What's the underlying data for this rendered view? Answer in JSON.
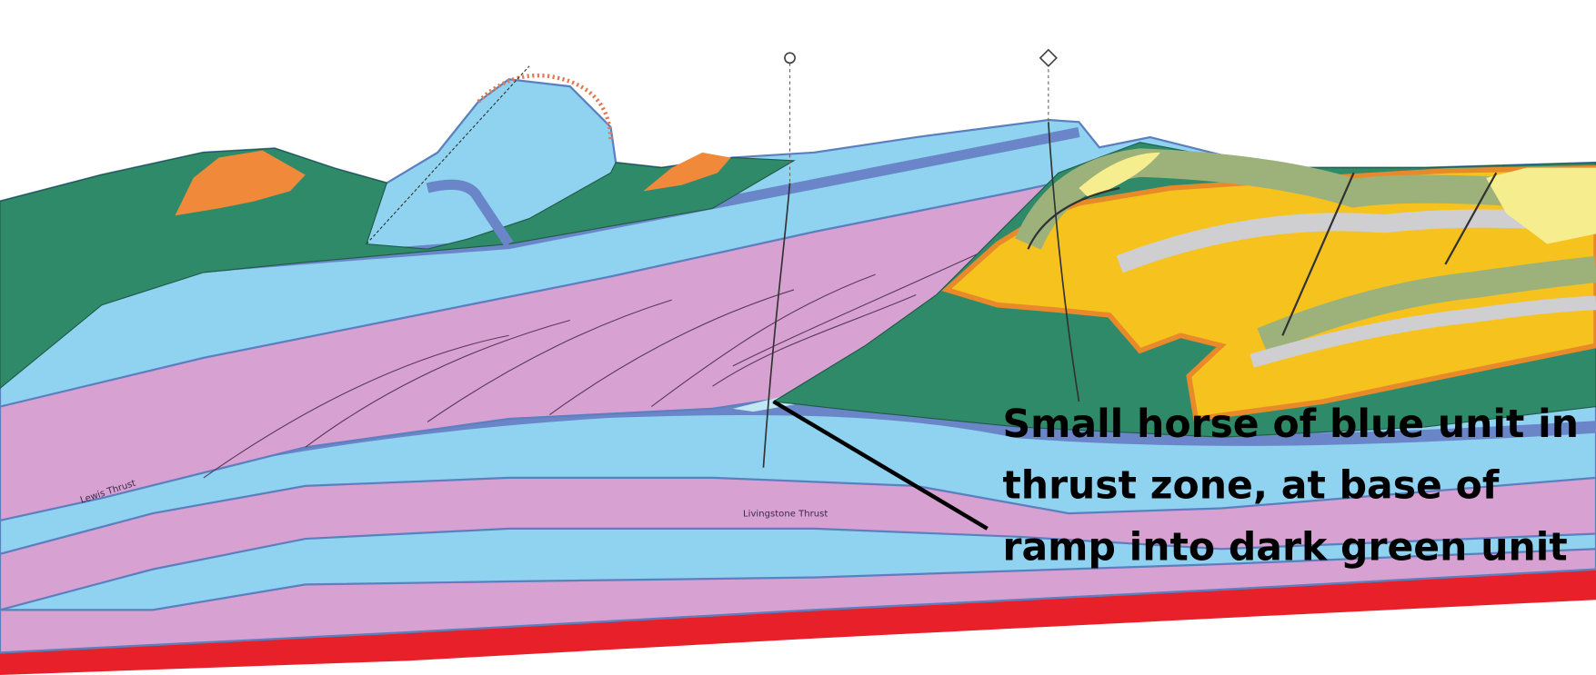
{
  "diagram": {
    "type": "geologic cross-section",
    "colors": {
      "light_blue_unit": "#8fd3f0",
      "dark_blue_unit": "#6a86c9",
      "pink_unit": "#d7a2d2",
      "dark_green_unit": "#2f8a6a",
      "orange_unit": "#f08a3a",
      "yellow_unit": "#f6c21e",
      "pale_yellow_unit": "#f6ee8e",
      "olive_unit": "#9cb27a",
      "grey_unit": "#cfcfd2",
      "basement_red": "#e8202a"
    },
    "fault_labels": {
      "lewis": "Lewis Thrust",
      "livingstone": "Livingstone Thrust"
    },
    "wells": [
      "well-marker-circle",
      "well-marker-diamond"
    ],
    "annotation": {
      "lines": [
        "Small horse of blue unit in",
        "thrust zone, at base of",
        "ramp into dark green unit"
      ]
    }
  }
}
